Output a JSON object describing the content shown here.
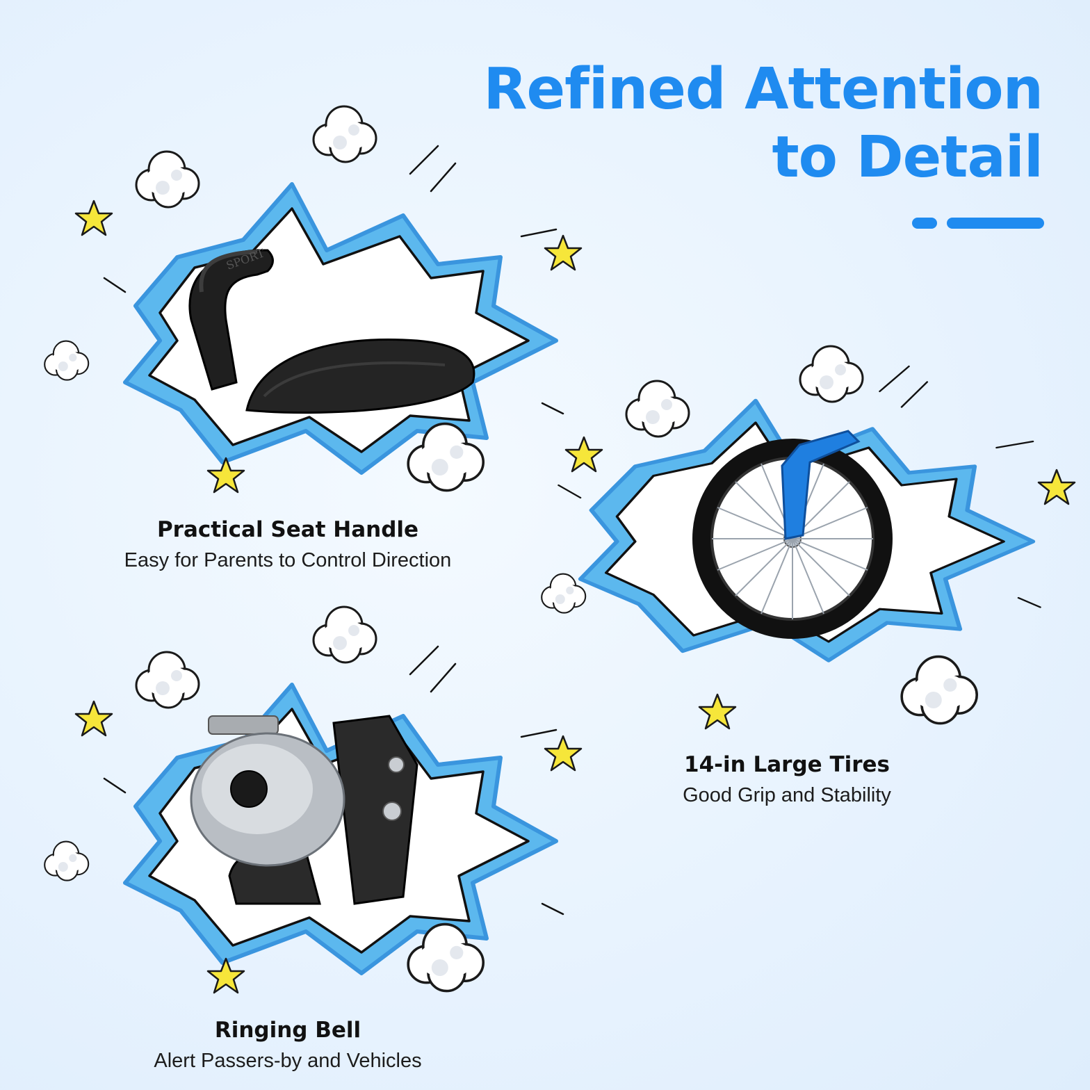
{
  "header": {
    "title_line1": "Refined Attention",
    "title_line2": "to Detail"
  },
  "features": [
    {
      "title": "Practical Seat Handle",
      "subtitle": "Easy for Parents to Control Direction",
      "icon": "seat-icon",
      "embossed": "SPORT"
    },
    {
      "title": "14-in Large Tires",
      "subtitle": "Good Grip and Stability",
      "icon": "wheel-icon"
    },
    {
      "title": "Ringing Bell",
      "subtitle": "Alert Passers-by and Vehicles",
      "icon": "bell-icon"
    }
  ],
  "colors": {
    "accent": "#1f8bf0",
    "burst_light": "#5cb8ee",
    "burst_dark": "#3a95de",
    "star": "#f6e63a",
    "ink": "#111111"
  }
}
